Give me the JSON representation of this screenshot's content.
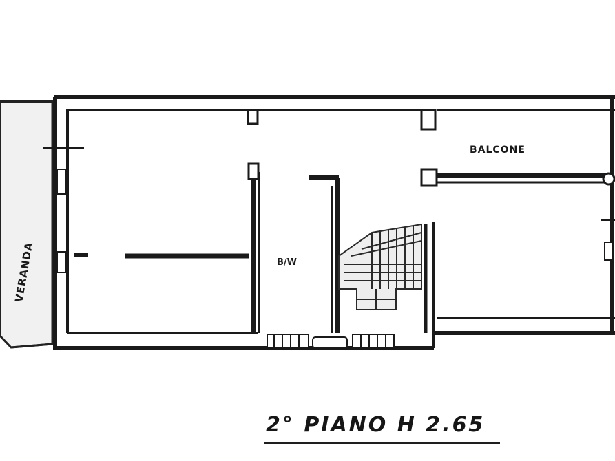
{
  "labels": {
    "veranda": "VERANDA",
    "balcony": "BALCONE",
    "bath": "B/W"
  },
  "caption": "2° PIANO H 2.65",
  "colors": {
    "ink": "#1a1a1a",
    "paper": "#ffffff",
    "tone": "#d9d9d9"
  }
}
